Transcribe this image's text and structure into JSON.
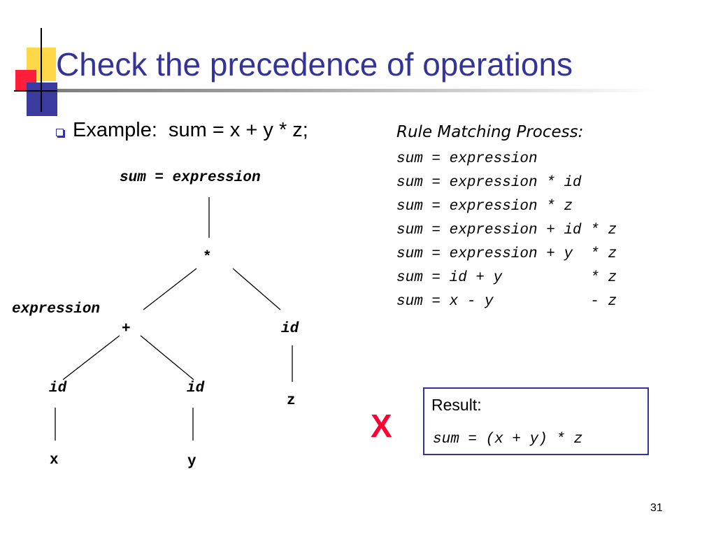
{
  "slide": {
    "title": "Check the precedence of operations",
    "page_number": "31"
  },
  "example": {
    "text": "Example:  sum = x + y * z;"
  },
  "tree": {
    "root": "sum = expression",
    "mult": "*",
    "expression_label": "expression",
    "plus": "+",
    "id_right": "id",
    "id_left": "id",
    "id_mid": "id",
    "leaf_z": "z",
    "leaf_x": "x",
    "leaf_y": "y"
  },
  "rules": {
    "heading": "Rule Matching Process:",
    "lines": [
      "sum = expression",
      "sum = expression * id",
      "sum = expression * z",
      "sum = expression + id * z",
      "sum = expression + y  * z",
      "sum = id + y          * z",
      "sum = x - y           - z"
    ]
  },
  "verdict": {
    "mark": "X",
    "color": "#ff0033"
  },
  "result": {
    "label": "Result:",
    "expression": "sum = (x + y) * z"
  },
  "theme": {
    "title_color": "#333399",
    "border_color": "#333399"
  }
}
